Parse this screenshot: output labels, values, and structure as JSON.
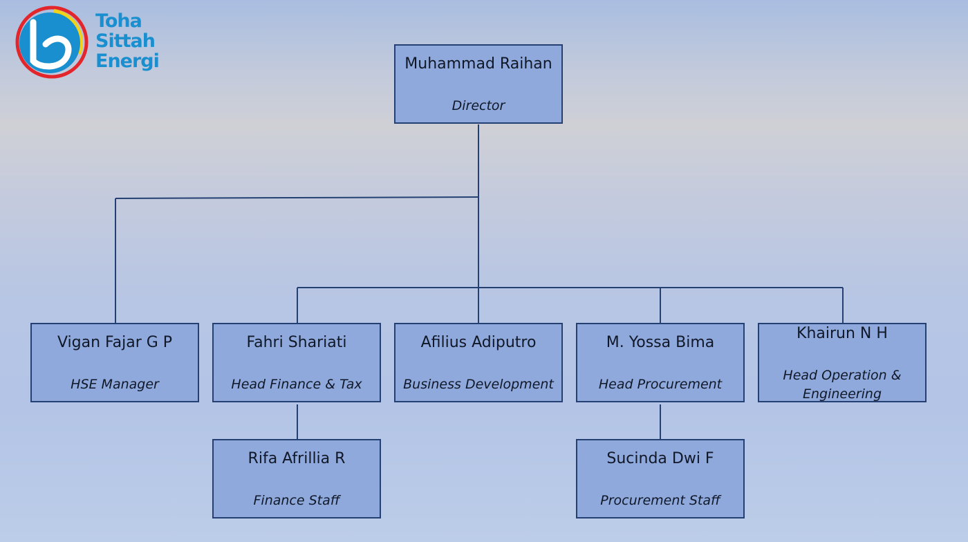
{
  "logo": {
    "lines": [
      "Toha",
      "Sittah",
      "Energi"
    ],
    "icon": "b-swirl-logo-icon",
    "colors": {
      "blue": "#1a8fd0",
      "red": "#e2262b",
      "yellow": "#f2d21a",
      "green": "#3fb24a"
    }
  },
  "colors": {
    "box_fill": "#8fa9dc",
    "box_border": "#243f72",
    "line": "#243f72"
  },
  "org": {
    "director": {
      "name": "Muhammad Raihan",
      "role": "Director"
    },
    "hse": {
      "name": "Vigan Fajar G P",
      "role": "HSE Manager"
    },
    "finance": {
      "name": "Fahri Shariati",
      "role": "Head Finance & Tax"
    },
    "bizdev": {
      "name": "Afilius Adiputro",
      "role": "Business Development"
    },
    "procurement": {
      "name": "M. Yossa Bima",
      "role": "Head Procurement"
    },
    "operation": {
      "name": "Khairun N H",
      "role": "Head Operation & Engineering"
    },
    "finance_staff": {
      "name": "Rifa Afrillia R",
      "role": "Finance Staff"
    },
    "procurement_staff": {
      "name": "Sucinda Dwi F",
      "role": "Procurement Staff"
    }
  }
}
